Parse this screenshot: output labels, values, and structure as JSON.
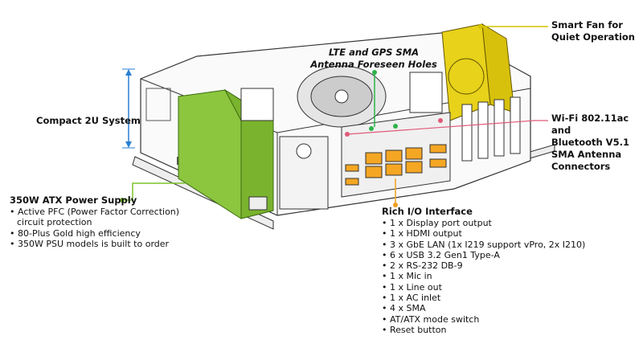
{
  "callouts": {
    "smart_fan": {
      "lines": [
        "Smart Fan for",
        "Quiet Operation"
      ],
      "color": "#d4c300"
    },
    "antenna_holes": {
      "lines": [
        "LTE and GPS SMA",
        "Antenna Foreseen Holes"
      ],
      "color": "#2db34a"
    },
    "compact": {
      "title": "Compact 2U System",
      "color": "#2a7fd4"
    },
    "wifi": {
      "lines": [
        "Wi-Fi 802.11ac and",
        "Bluetooth V5.1",
        "SMA Antenna",
        "Connectors"
      ],
      "color": "#e05a78"
    },
    "psu": {
      "title": "350W ATX Power Supply",
      "color": "#7dc42a",
      "items": [
        "Active PFC (Power Factor Correction)",
        "circuit protection",
        "80-Plus Gold high efficiency",
        "350W PSU models is built to order"
      ]
    },
    "io": {
      "title": "Rich I/O Interface",
      "color": "#f0a020",
      "items": [
        "1 x Display port output",
        "1 x HDMI output",
        "3 x GbE LAN (1x I219 support vPro, 2x I210)",
        "6 x USB 3.2 Gen1 Type-A",
        "2 x RS-232 DB-9",
        "1 x Mic in",
        "1 x Line out",
        "1 x AC inlet",
        "4 x SMA",
        "AT/ATX mode switch",
        "Reset button"
      ]
    }
  }
}
